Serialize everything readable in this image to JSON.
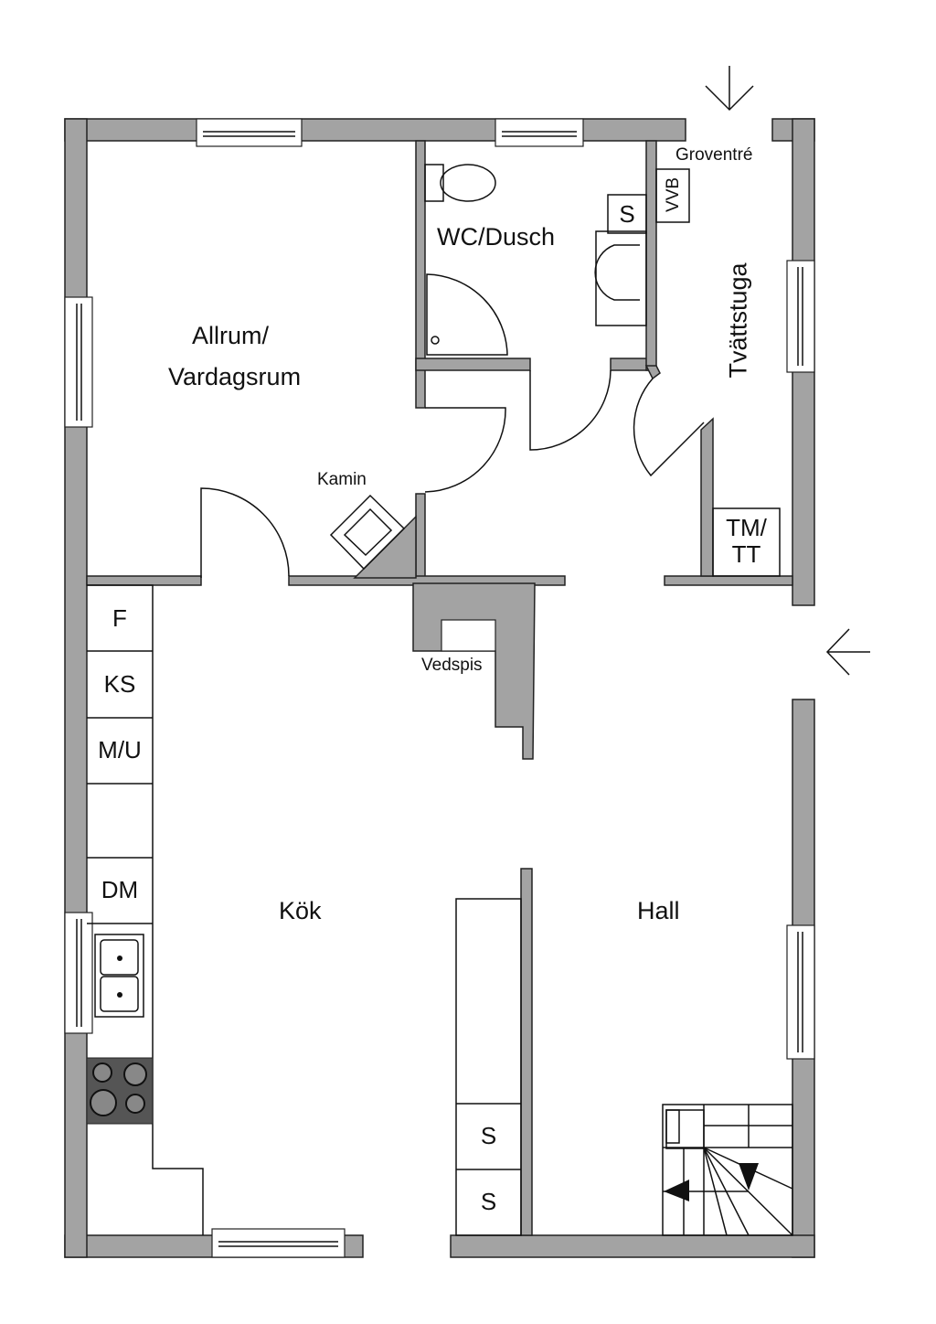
{
  "rooms": {
    "allrum": "Allrum/",
    "vardagsrum": "Vardagsrum",
    "wc": "WC/Dusch",
    "groventre": "Groventré",
    "tvattstuga": "Tvättstuga",
    "kok": "Kök",
    "hall": "Hall"
  },
  "fixtures": {
    "kamin": "Kamin",
    "vedspis": "Vedspis",
    "vvb": "VVB",
    "s_wc": "S",
    "tm": "TM/",
    "tt": "TT",
    "f": "F",
    "ks": "KS",
    "mu": "M/U",
    "dm": "DM",
    "s1": "S",
    "s2": "S"
  },
  "colors": {
    "wall": "#a3a3a3",
    "stove": "#555555"
  }
}
